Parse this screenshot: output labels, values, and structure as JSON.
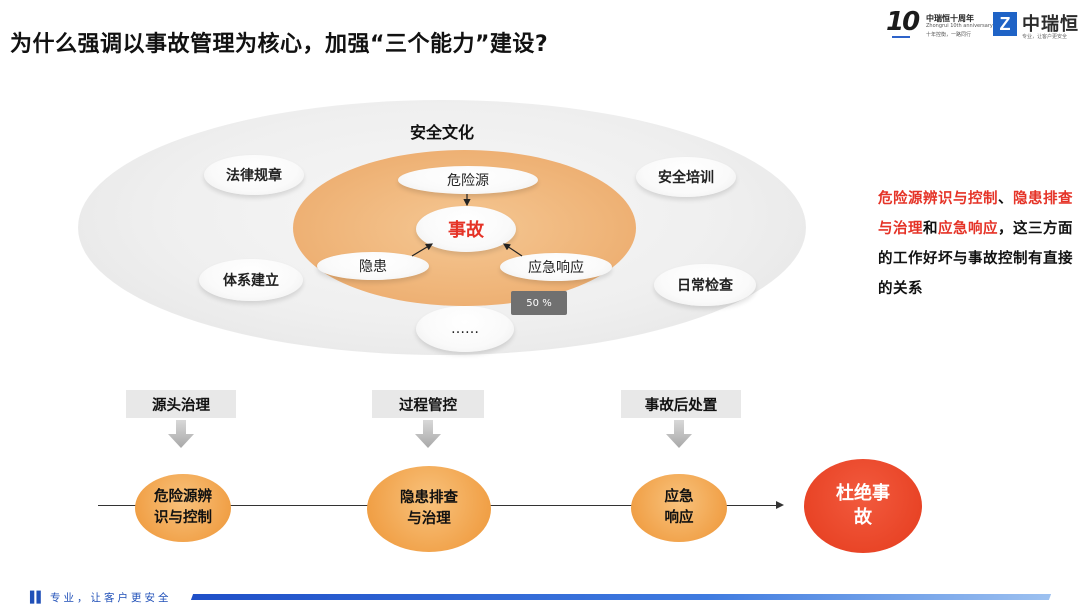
{
  "title": "为什么强调以事故管理为核心，加强“三个能力”建设?",
  "logo_anniversary": {
    "number": "10",
    "line1": "中瑞恒十周年",
    "line2": "Zhongrui 10th anniversary",
    "line3": "十年控衡，一路同行"
  },
  "logo_brand": {
    "mark": "Z",
    "name": "中瑞恒",
    "tagline": "专业，让客户更安全"
  },
  "diagram": {
    "outer_label": "安全文化",
    "outer_items": [
      "法律规章",
      "安全培训",
      "体系建立",
      "日常检查"
    ],
    "inner_top": "危险源",
    "center": "事故",
    "inner_left": "隐患",
    "inner_right": "应急响应",
    "ellipsis": "……",
    "percent_badge": "50 %"
  },
  "side_note": {
    "red1": "危险源辨识与控制",
    "sep1": "、",
    "red2": "隐患排查与治理",
    "mid": "和",
    "red3": "应急响应",
    "comma": "，",
    "rest": "这三方面的工作好坏与事故控制有直接的关系"
  },
  "stages": [
    {
      "label": "源头治理",
      "circle_line1": "危险源辨",
      "circle_line2": "识与控制"
    },
    {
      "label": "过程管控",
      "circle_line1": "隐患排查",
      "circle_line2": "与治理"
    },
    {
      "label": "事故后处置",
      "circle_line1": "应急",
      "circle_line2": "响应"
    }
  ],
  "goal": {
    "line1": "杜绝事",
    "line2": "故"
  },
  "footer": {
    "text": "专业，让客户更安全"
  },
  "colors": {
    "accent_red": "#e53327",
    "orange": "#f1a24a",
    "brand_blue": "#1f63c6"
  }
}
